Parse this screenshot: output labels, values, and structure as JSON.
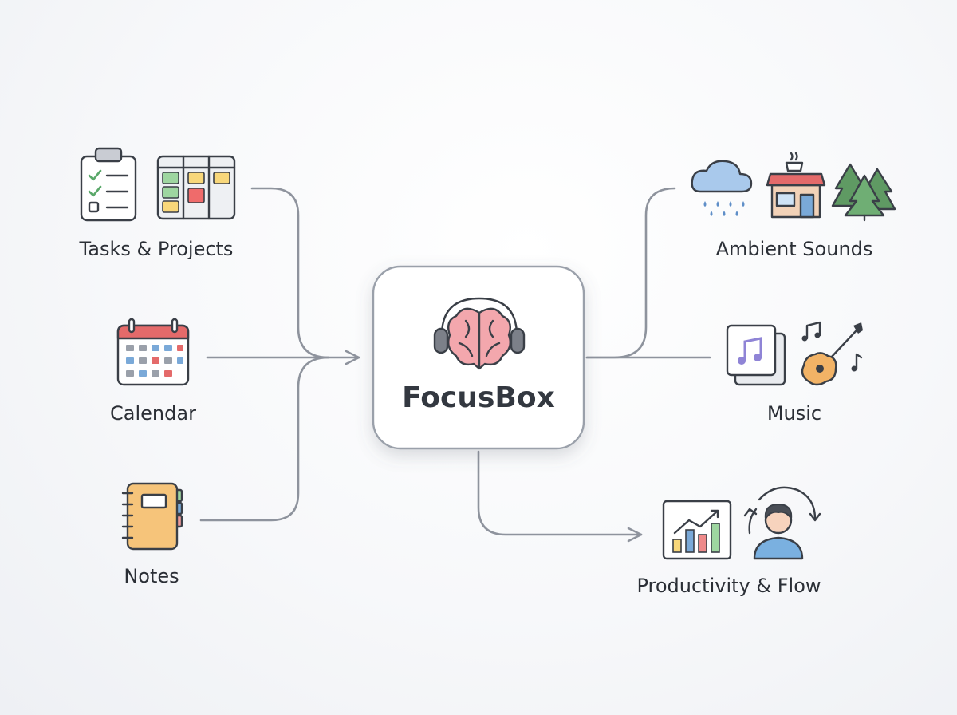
{
  "hub": {
    "title": "FocusBox"
  },
  "inputs": [
    {
      "label": "Tasks & Projects"
    },
    {
      "label": "Calendar"
    },
    {
      "label": "Notes"
    }
  ],
  "outputs": [
    {
      "label": "Ambient Sounds"
    },
    {
      "label": "Music"
    },
    {
      "label": "Productivity & Flow"
    }
  ],
  "colors": {
    "connector": "#8e939d",
    "hub_border": "#9aa0aa",
    "ink": "#3a3f47",
    "brain": "#f3a7ad",
    "note_yellow": "#f8d77a",
    "note_green": "#9ed6a0",
    "note_red": "#ef6b6b",
    "calendar_red": "#e46a6a",
    "calendar_blue": "#7aa9d8",
    "notebook": "#f6c47a",
    "cloud": "#a9c9ec",
    "tree_green": "#5f9a63",
    "guitar": "#f2b366",
    "music_purple": "#8f84d6",
    "person_blue": "#7ab0e0"
  }
}
